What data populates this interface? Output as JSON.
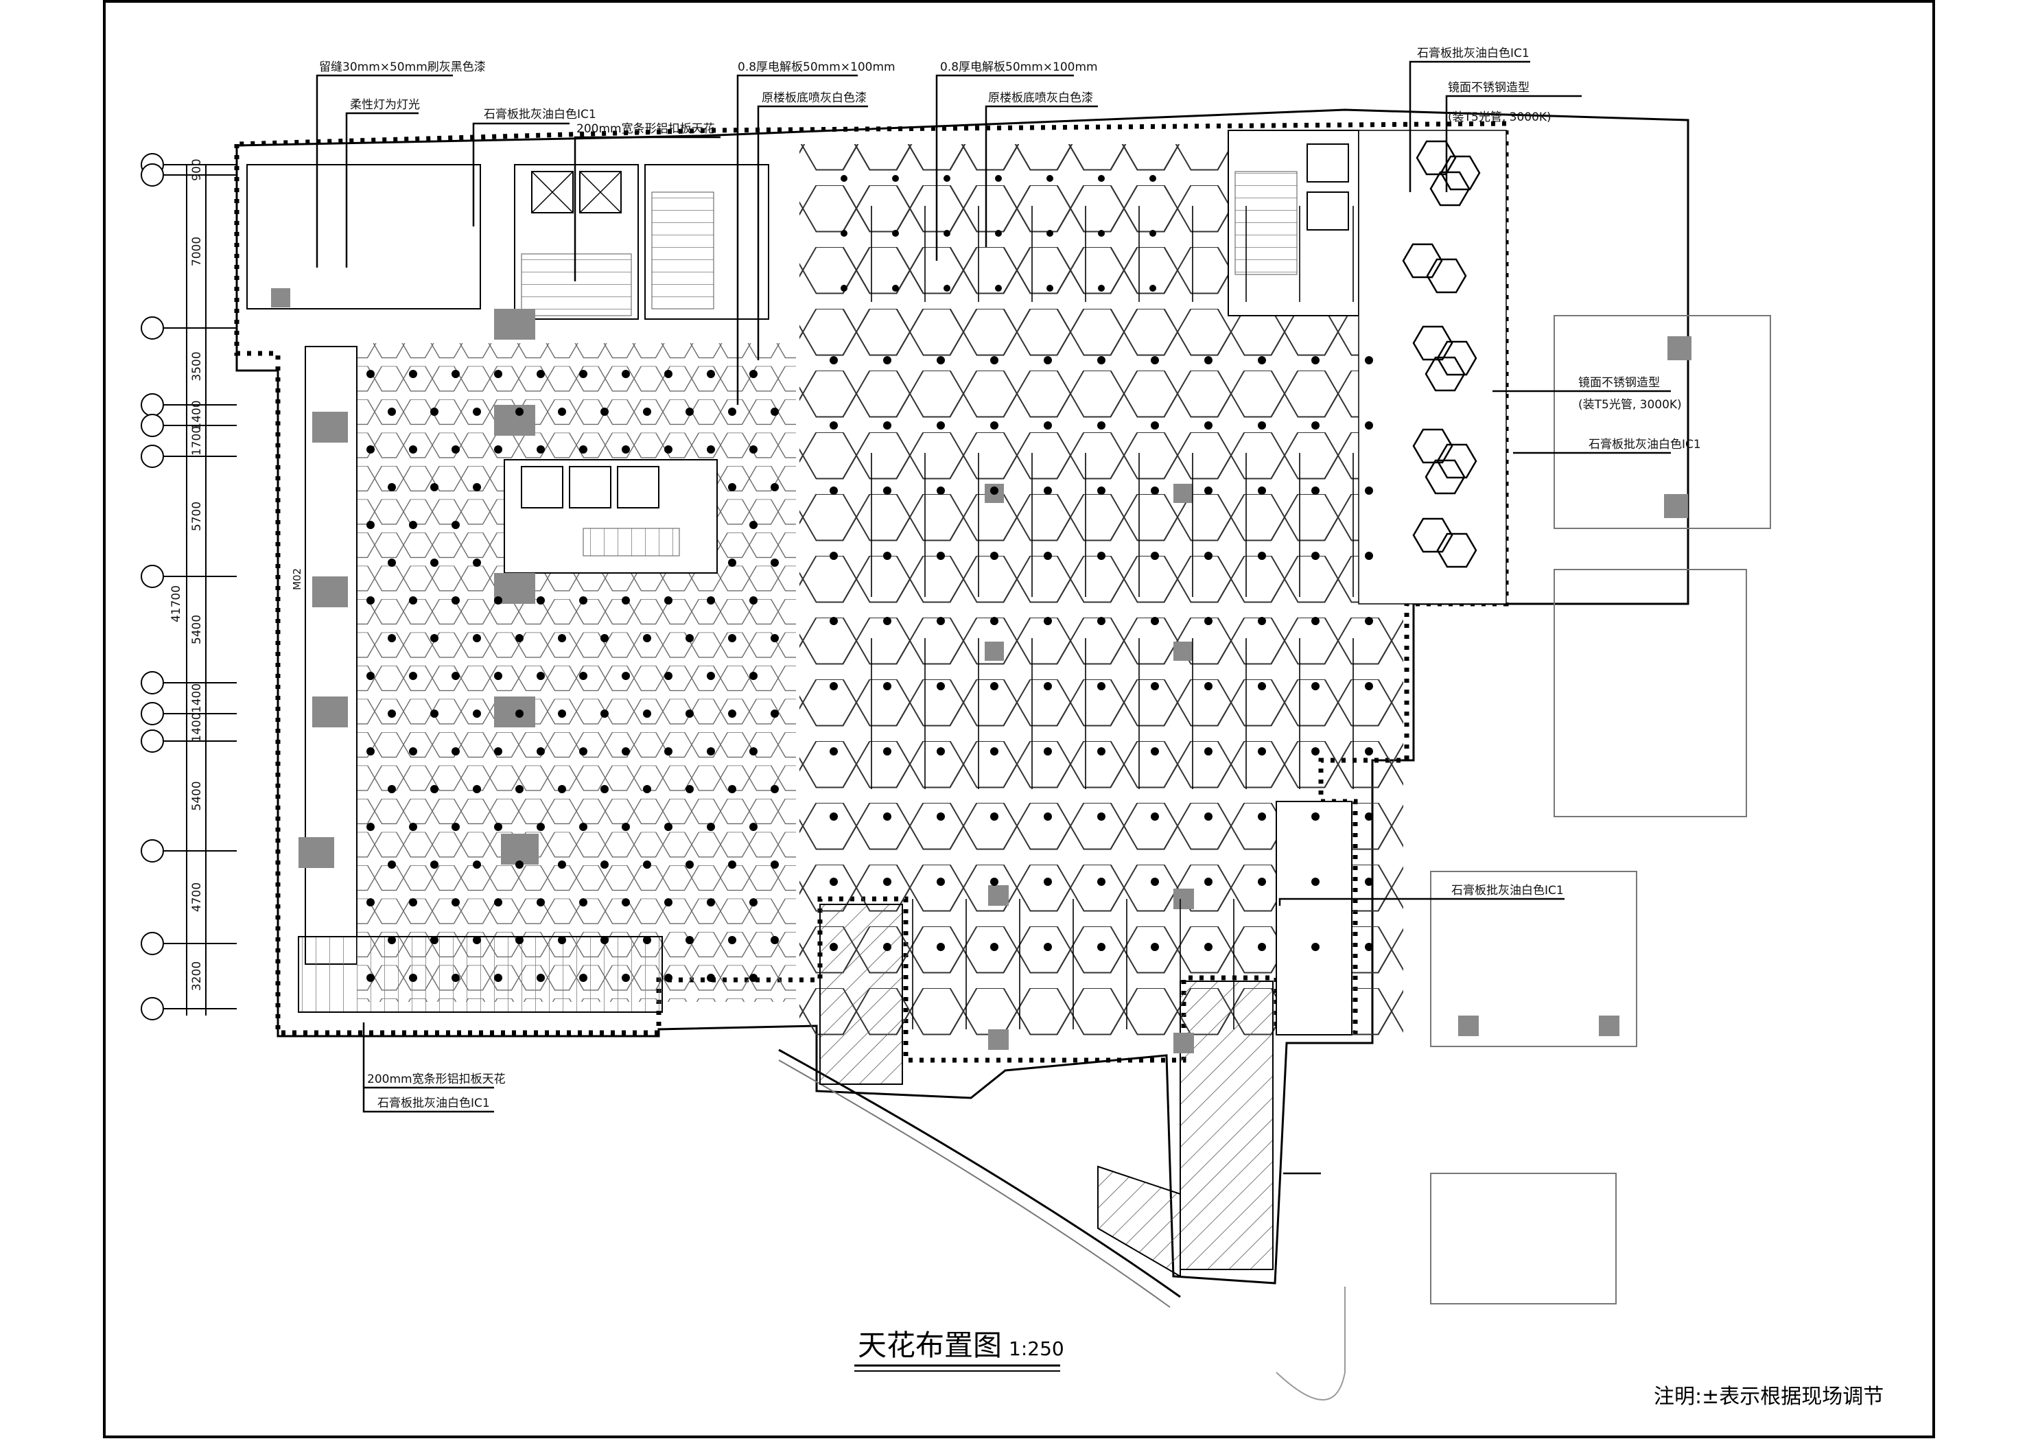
{
  "drawing": {
    "title": "天花布置图",
    "scale": "1:250",
    "note": "注明:±表示根据现场调节",
    "room_tag": "M02"
  },
  "dimensions": {
    "left_segments": [
      "900",
      "7000",
      "3500",
      "1400",
      "1700",
      "5700",
      "5400",
      "1400",
      "1400",
      "5400",
      "4700",
      "3200"
    ],
    "total": "41700"
  },
  "annotations": [
    {
      "id": "a1",
      "text": "留缝30mm×50mm刷灰黑色漆"
    },
    {
      "id": "a2",
      "text": "柔性灯为灯光"
    },
    {
      "id": "a3",
      "text": "石膏板批灰油白色IC1"
    },
    {
      "id": "a4",
      "text": "200mm宽条形铝扣板天花"
    },
    {
      "id": "a5",
      "text": "0.8厚电解板50mm×100mm"
    },
    {
      "id": "a6",
      "text": "原楼板底喷灰白色漆"
    },
    {
      "id": "a7",
      "text": "0.8厚电解板50mm×100mm"
    },
    {
      "id": "a8",
      "text": "原楼板底喷灰白色漆"
    },
    {
      "id": "a9",
      "text": "石膏板批灰油白色IC1"
    },
    {
      "id": "a10",
      "text": "镜面不锈钢造型"
    },
    {
      "id": "a11",
      "text": "(装T5光管, 3000K)"
    },
    {
      "id": "a12",
      "text": "镜面不锈钢造型"
    },
    {
      "id": "a13",
      "text": "(装T5光管, 3000K)"
    },
    {
      "id": "a14",
      "text": "石膏板批灰油白色IC1"
    },
    {
      "id": "a15",
      "text": "石膏板批灰油白色IC1"
    },
    {
      "id": "a16",
      "text": "石膏板批灰油白色IC1"
    },
    {
      "id": "a17",
      "text": "200mm宽条形铝扣板天花"
    }
  ],
  "colors": {
    "line": "#000000",
    "wall": "#8a8a8a",
    "hatch": "#555555",
    "grid": "#bdbdbd"
  }
}
